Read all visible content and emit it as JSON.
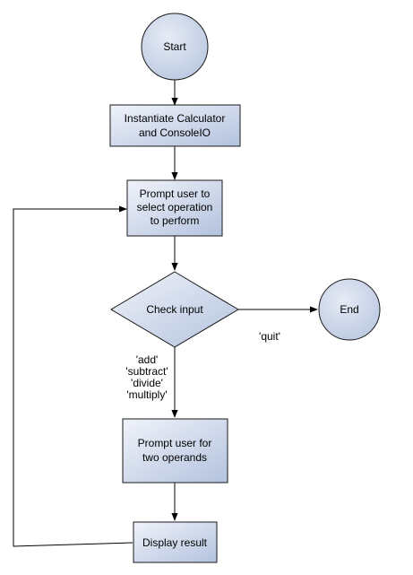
{
  "nodes": {
    "start": {
      "label": "Start"
    },
    "instantiate": {
      "line1": "Instantiate Calculator",
      "line2": "and ConsoleIO"
    },
    "prompt_operation": {
      "line1": "Prompt user to",
      "line2": "select operation",
      "line3": "to perform"
    },
    "check_input": {
      "label": "Check input"
    },
    "end": {
      "label": "End"
    },
    "prompt_operands": {
      "line1": "Prompt user for",
      "line2": "two operands"
    },
    "display_result": {
      "label": "Display result"
    }
  },
  "edge_labels": {
    "quit": "'quit'",
    "operations": [
      "'add'",
      "'subtract'",
      "'divide'",
      "'multiply'"
    ]
  },
  "colors": {
    "box_fill_top": "#eef1f8",
    "box_fill_bottom": "#b8c6e0",
    "circle_fill": "#d3dbeb",
    "stroke": "#1a1a1a"
  }
}
